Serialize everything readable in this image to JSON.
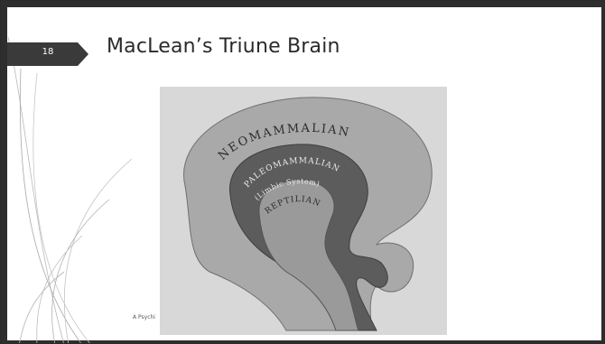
{
  "slide": {
    "number": "18",
    "title": "MacLean’s Triune Brain",
    "footer": "A Psychi"
  },
  "diagram": {
    "layers": {
      "outer": "NEOMAMMALIAN",
      "middle": "PALEOMAMMALIAN",
      "middle_sub": "(Limbic System)",
      "inner": "REPTILIAN"
    }
  },
  "colors": {
    "frame": "#2e2e2e",
    "badge": "#3a3a3a",
    "photo_bg": "#d8d8d8",
    "outer_layer": "#a9a9a9",
    "middle_layer": "#5c5c5c",
    "inner_layer": "#9a9a9a"
  }
}
